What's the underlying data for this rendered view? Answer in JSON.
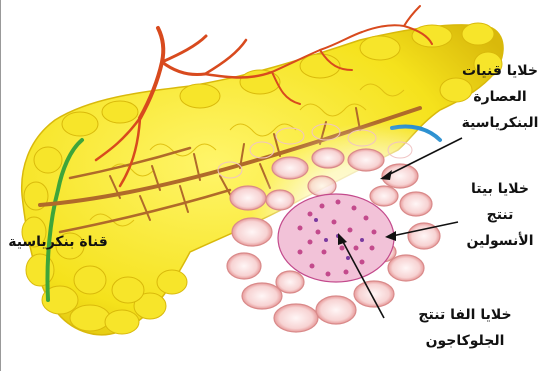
{
  "labels": {
    "acinar": {
      "line1": "خلايا قنيات",
      "line2": "العصارة",
      "line3": "البنكرياسية"
    },
    "beta": {
      "line1": "خلايا بيتا",
      "line2": "تنتج",
      "line3": "الأنسولين"
    },
    "alpha": {
      "line1": "خلايا الفا تنتج",
      "line2": "الجلوكاجون"
    },
    "duct": {
      "text": "قناة بنكرياسية"
    }
  },
  "colors": {
    "pancreas": "#f5e21c",
    "pancreas_shadow": "#d9b90b",
    "artery": "#d84a1e",
    "vein": "#2a8fd0",
    "duct": "#3ea53a",
    "tissue_ring": "#f2b8b8",
    "islet": "#c34a8c",
    "pointer": "#111111"
  }
}
